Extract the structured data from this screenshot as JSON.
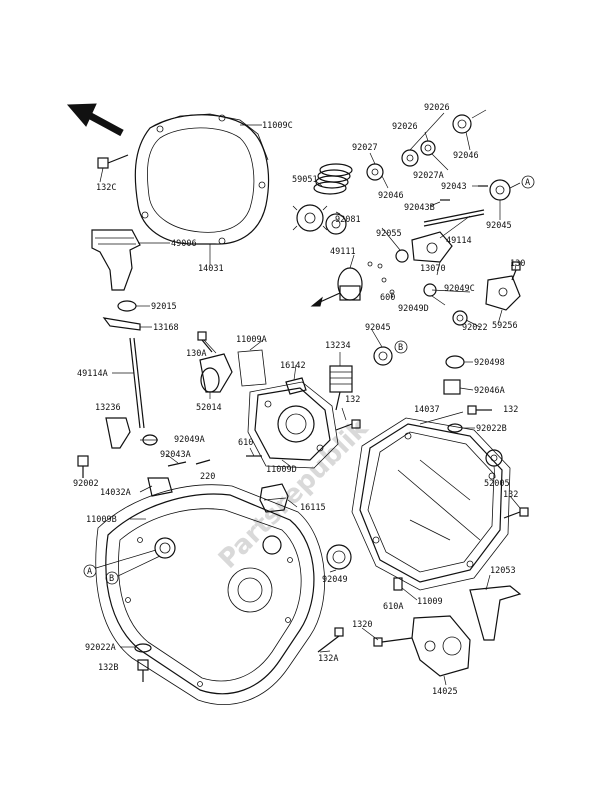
{
  "diagram": {
    "watermark": "Partsrepublik",
    "labels": {
      "l11009C": "11009C",
      "l132C": "132C",
      "l49006": "49006",
      "l14031": "14031",
      "l92015": "92015",
      "l13168": "13168",
      "l49114A": "49114A",
      "l13236": "13236",
      "l92049A": "92049A",
      "l92043A": "92043A",
      "l92002": "92002",
      "l14032A": "14032A",
      "l220": "220",
      "l11009B": "11009B",
      "l92022A": "92022A",
      "l132B": "132B",
      "l92026a": "92026",
      "l92026b": "92026",
      "l92027": "92027",
      "l92046a": "92046",
      "l92027A": "92027A",
      "l92046b": "92046",
      "l59051": "59051",
      "l92081": "92081",
      "l92043": "92043",
      "l92043B": "92043B",
      "l92045a": "92045",
      "l92055": "92055",
      "l49114": "49114",
      "l49111": "49111",
      "l13070": "13070",
      "l600": "600",
      "l92049C": "92049C",
      "l92049D": "92049D",
      "l130": "130",
      "l92045b": "92045",
      "l92022": "92022",
      "l59256": "59256",
      "l11009A": "11009A",
      "l130A": "130A",
      "l16142": "16142",
      "l13234": "13234",
      "l52014": "52014",
      "l920498": "920498",
      "l92046A": "92046A",
      "l132a": "132",
      "l14037": "14037",
      "l132b": "132",
      "l92022B": "92022B",
      "l610": "610",
      "l11009D": "11009D",
      "l52005": "52005",
      "l132c": "132",
      "l16115": "16115",
      "l92049": "92049",
      "l11009": "11009",
      "l610A": "610A",
      "l12053": "12053",
      "l1320": "1320",
      "l132A": "132A",
      "l14025": "14025",
      "callA1": "A",
      "callB1": "B",
      "callA2": "A",
      "callB2": "B"
    }
  }
}
